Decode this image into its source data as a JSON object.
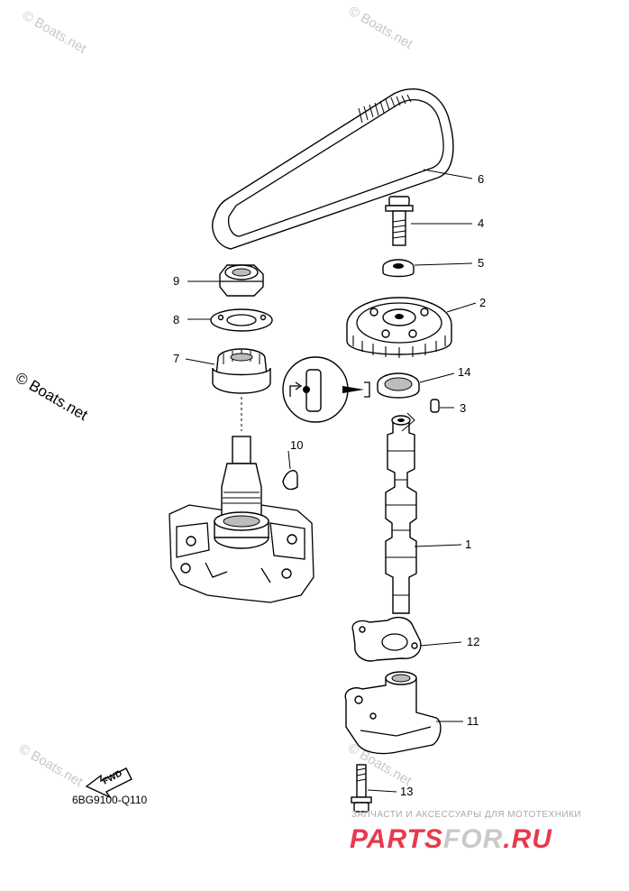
{
  "callouts": [
    {
      "num": "1"
    },
    {
      "num": "2"
    },
    {
      "num": "3"
    },
    {
      "num": "4"
    },
    {
      "num": "5"
    },
    {
      "num": "6"
    },
    {
      "num": "7"
    },
    {
      "num": "8"
    },
    {
      "num": "9"
    },
    {
      "num": "10"
    },
    {
      "num": "11"
    },
    {
      "num": "12"
    },
    {
      "num": "13"
    },
    {
      "num": "14"
    }
  ],
  "diagram_code": "6BG9100-Q110",
  "fwd_label": "FWD",
  "watermark": {
    "small": "© Boats.net",
    "large": "© Boats.net"
  },
  "promo": {
    "tagline": "ЗАПЧАСТИ И АКСЕССУАРЫ ДЛЯ МОТОТЕХНИКИ",
    "brand_part1": "PARTS",
    "brand_part2": "FOR",
    "brand_part3": ".RU",
    "brand_color": "#e8394d",
    "brand_color_alt": "#c9c9c9"
  }
}
